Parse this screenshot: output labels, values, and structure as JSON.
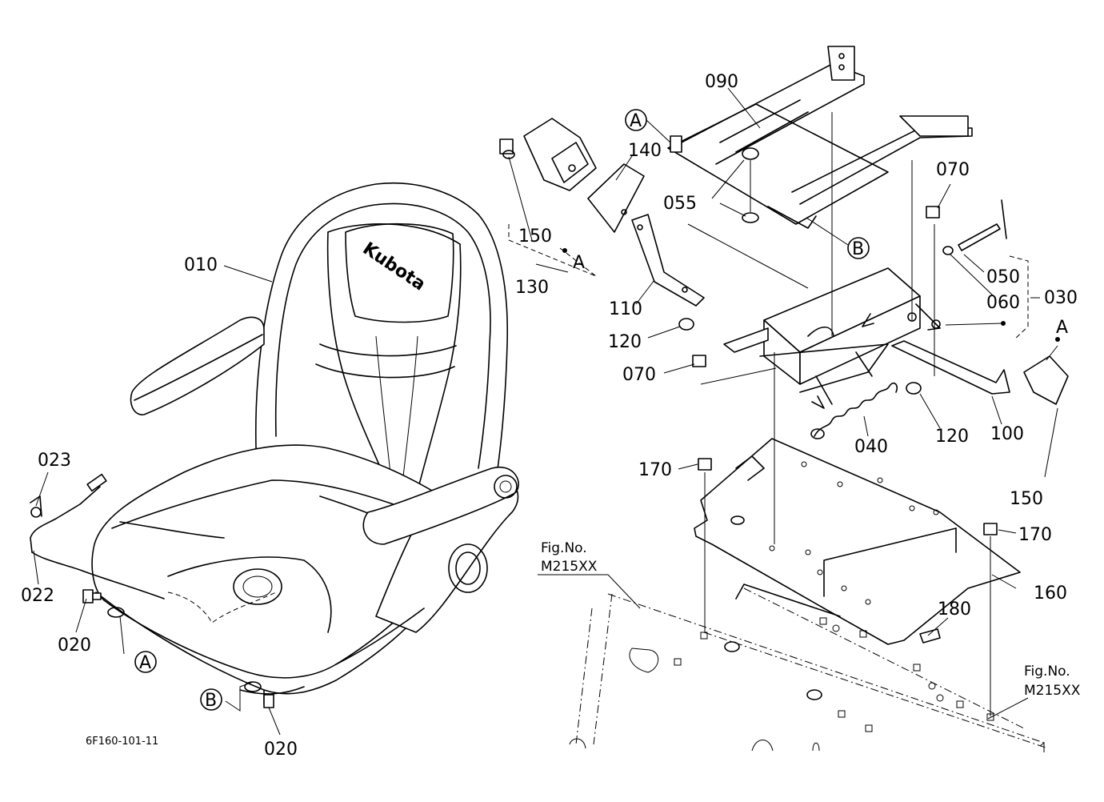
{
  "drawing_code": "6F160-101-11",
  "brand_logo": "Kubota",
  "fig_ref_left": {
    "line1": "Fig.No.",
    "line2": "M215XX"
  },
  "fig_ref_right": {
    "line1": "Fig.No.",
    "line2": "M215XX"
  },
  "callouts": {
    "p010": "010",
    "p020a": "020",
    "p020b": "020",
    "p022": "022",
    "p023": "023",
    "p030": "030",
    "p040": "040",
    "p050": "050",
    "p055": "055",
    "p060": "060",
    "p070a": "070",
    "p070b": "070",
    "p090": "090",
    "p100": "100",
    "p110": "110",
    "p120a": "120",
    "p120b": "120",
    "p130": "130",
    "p140": "140",
    "p150a": "150",
    "p150b": "150",
    "p160": "160",
    "p170a": "170",
    "p170b": "170",
    "p180": "180"
  },
  "reference_marks": {
    "a_circle_seat": "A",
    "b_circle_seat": "B",
    "a_circle_rail": "A",
    "b_circle_rail": "B",
    "a_plain_belt": "A",
    "a_plain_right": "A"
  }
}
